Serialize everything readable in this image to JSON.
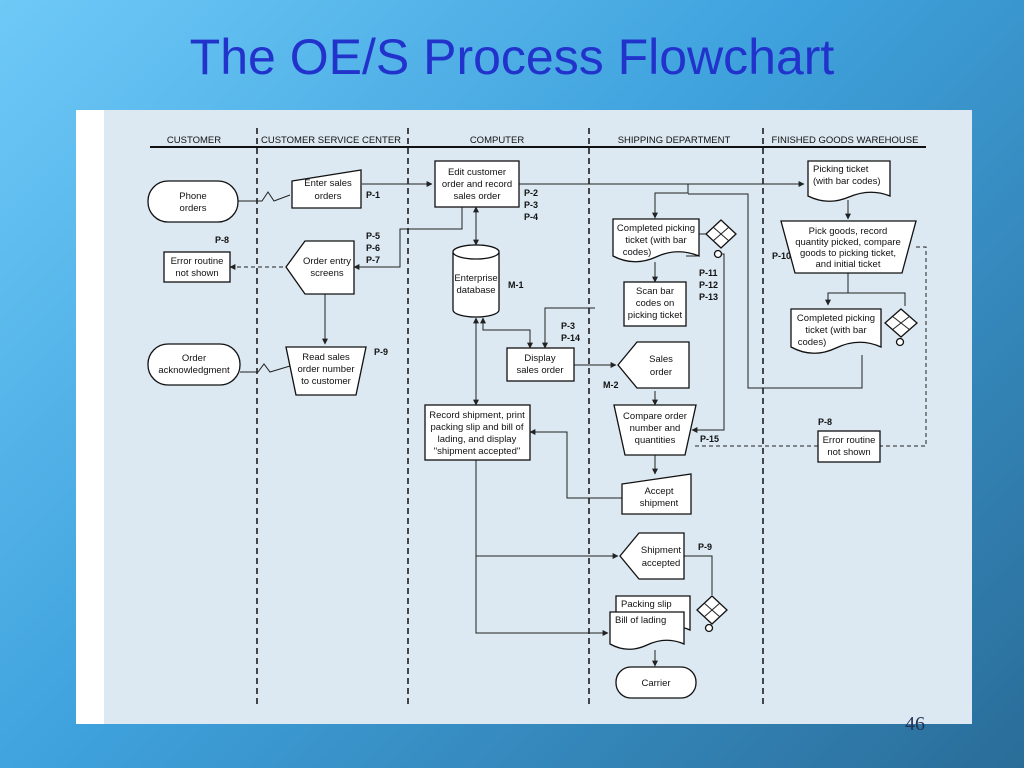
{
  "slide": {
    "title": "The OE/S Process Flowchart",
    "page_number": "46"
  },
  "lanes": {
    "customer": "CUSTOMER",
    "csc": "CUSTOMER SERVICE CENTER",
    "computer": "COMPUTER",
    "shipping": "SHIPPING DEPARTMENT",
    "warehouse": "FINISHED GOODS WAREHOUSE"
  },
  "nodes": {
    "phone_orders": [
      "Phone",
      "orders"
    ],
    "order_ack": [
      "Order",
      "acknowledgment"
    ],
    "error_routine_left": [
      "Error routine",
      "not shown"
    ],
    "enter_sales_orders": [
      "Enter sales",
      "orders"
    ],
    "order_entry_screens": [
      "Order entry",
      "screens"
    ],
    "read_sales_order": [
      "Read sales",
      "order number",
      "to customer"
    ],
    "edit_customer_order": [
      "Edit customer",
      "order and record",
      "sales order"
    ],
    "enterprise_database": [
      "Enterprise",
      "database"
    ],
    "display_sales_order": [
      "Display",
      "sales order"
    ],
    "record_shipment": [
      "Record shipment, print",
      "packing slip and bill of",
      "lading, and display",
      "\"shipment accepted\""
    ],
    "completed_picking_ship": [
      "Completed picking",
      "ticket (with bar",
      "codes)"
    ],
    "scan_bar_codes": [
      "Scan bar",
      "codes on",
      "picking ticket"
    ],
    "sales_order_display": [
      "Sales",
      "order"
    ],
    "compare_order": [
      "Compare order",
      "number and",
      "quantities"
    ],
    "accept_shipment": [
      "Accept",
      "shipment"
    ],
    "shipment_accepted": [
      "Shipment",
      "accepted"
    ],
    "packing_slip": [
      "Packing slip"
    ],
    "bill_of_lading": [
      "Bill of lading"
    ],
    "carrier": [
      "Carrier"
    ],
    "picking_ticket": [
      "Picking ticket",
      "(with bar codes)"
    ],
    "pick_goods": [
      "Pick goods, record",
      "quantity picked, compare",
      "goods to picking ticket,",
      "and initial ticket"
    ],
    "completed_picking_wh": [
      "Completed picking",
      "ticket (with bar",
      "codes)"
    ],
    "error_routine_right": [
      "Error routine",
      "not shown"
    ]
  },
  "tags": {
    "p1": "P-1",
    "p2": "P-2",
    "p3": "P-3",
    "p4": "P-4",
    "p5": "P-5",
    "p6": "P-6",
    "p7": "P-7",
    "p8_left": "P-8",
    "p9_left": "P-9",
    "m1": "M-1",
    "p3b": "P-3",
    "p14": "P-14",
    "p11": "P-11",
    "p12": "P-12",
    "p13": "P-13",
    "m2": "M-2",
    "p15": "P-15",
    "p9_right": "P-9",
    "p10": "P-10",
    "p8_right": "P-8"
  }
}
